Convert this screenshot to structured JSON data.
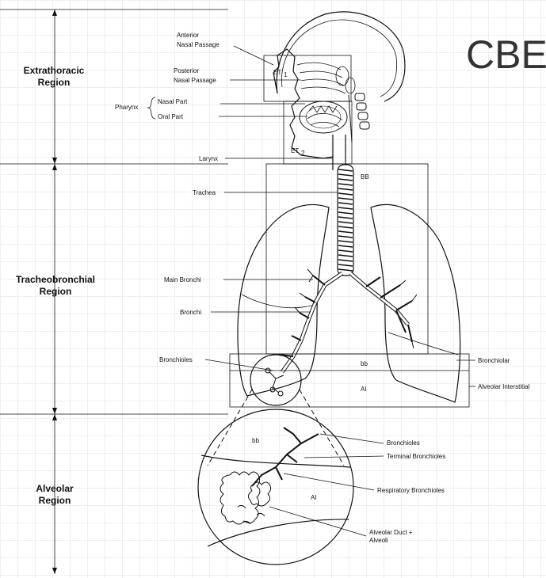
{
  "corner_text": "CBE",
  "regions": {
    "extrathoracic": [
      "Extrathoracic",
      "Region"
    ],
    "tracheobronchial": [
      "Tracheobronchial",
      "Region"
    ],
    "alveolar": [
      "Alveolar",
      "Region"
    ]
  },
  "labels": {
    "anterior_nasal": [
      "Anterior",
      "Nasal Passage"
    ],
    "posterior_nasal": [
      "Posterior",
      "Nasal Passage"
    ],
    "pharynx": "Pharynx",
    "nasal_part": "Nasal Part",
    "oral_part": "Oral Part",
    "larynx": "Larynx",
    "trachea": "Trachea",
    "main_bronchi": "Main Bronchi",
    "bronchi": "Bronchi",
    "bronchioles": "Bronchioles",
    "bronchiolar": "Bronchiolar",
    "alveolar_interstitial": "Alveolar Interstitial",
    "bronchioles_zoom": "Bronchioles",
    "terminal_bronchioles": "Terminal Bronchioles",
    "respiratory_bronchioles": "Respiratory Bronchioles",
    "alveolar_duct": [
      "Alveolar Duct +",
      "Alveoli"
    ]
  },
  "boxes": {
    "et1": "ET",
    "et1_sub": "1",
    "et2": "ET",
    "et2_sub": "2",
    "bb_upper": "BB",
    "bb_lower": "bb",
    "ai_lower": "AI",
    "bb_circle": "bb",
    "ai_circle": "AI"
  }
}
